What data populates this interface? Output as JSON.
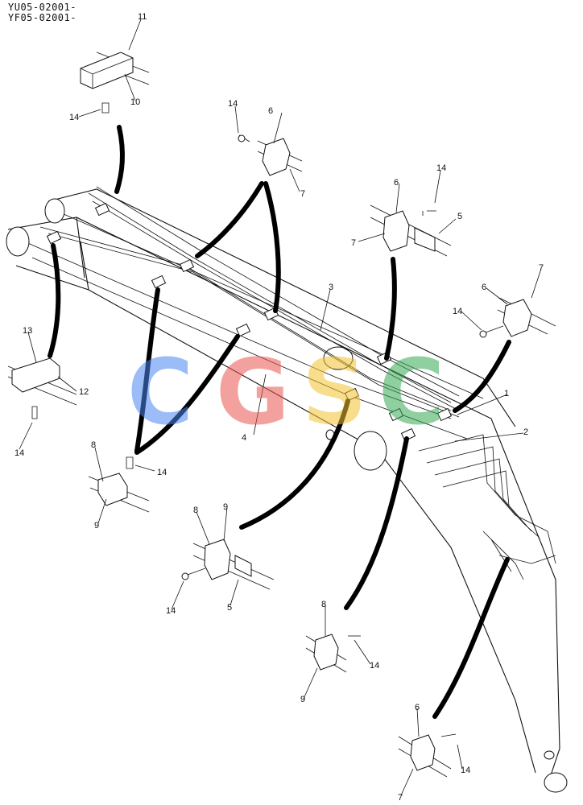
{
  "header": {
    "code_line_1": "YU05-02001-",
    "code_line_2": "YF05-02001-"
  },
  "watermark": {
    "letters": [
      "C",
      "G",
      "S",
      "C"
    ],
    "colors": [
      "#4a86f0",
      "#ea5550",
      "#f2c230",
      "#34a853"
    ]
  },
  "callouts": {
    "c1": "1",
    "c2": "2",
    "c3": "3",
    "c4": "4",
    "c5a": "5",
    "c5b": "5",
    "c6a": "6",
    "c6b": "6",
    "c6c": "6",
    "c6d": "6",
    "c7a": "7",
    "c7b": "7",
    "c7c": "7",
    "c7d": "7",
    "c8a": "8",
    "c8b": "8",
    "c8c": "8",
    "c9a": "9",
    "c9b": "9",
    "c9c": "9",
    "c10": "10",
    "c11": "11",
    "c12": "12",
    "c13": "13",
    "c14a": "14",
    "c14b": "14",
    "c14c": "14",
    "c14d": "14",
    "c14e": "14",
    "c14f": "14",
    "c14g": "14",
    "c14h": "14",
    "c14i": "14"
  }
}
